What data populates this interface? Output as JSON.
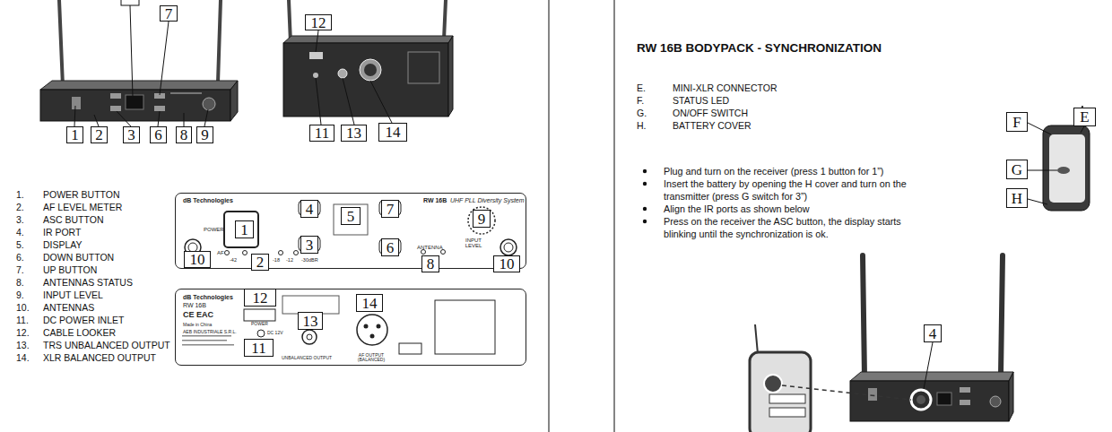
{
  "diagram": {
    "title": "RW 16B BODYPACK - SYNCHRONIZATION",
    "nodes": [
      {
        "text": [
          "7"
        ]
      },
      {
        "text": [
          "12"
        ]
      },
      {
        "text": [
          "1"
        ]
      },
      {
        "text": [
          "2"
        ]
      },
      {
        "text": [
          "3"
        ]
      },
      {
        "text": [
          "6"
        ]
      },
      {
        "text": [
          "8"
        ]
      },
      {
        "text": [
          "9"
        ]
      },
      {
        "text": [
          "11"
        ]
      },
      {
        "text": [
          "13"
        ]
      },
      {
        "text": [
          "14"
        ]
      },
      {
        "text": [
          "dB Technologies",
          "RW 16B",
          "UHF PLL Diversity System",
          "POWER",
          "AF",
          "-42",
          "-18",
          "-12",
          "-30dBR",
          "ANTENNA",
          "INPUT LEVEL"
        ]
      },
      {
        "text": [
          "4"
        ],
        "in": 11
      },
      {
        "text": [
          "7"
        ],
        "in": 11
      },
      {
        "text": [
          "5"
        ],
        "in": 11
      },
      {
        "text": [
          "9"
        ],
        "in": 11
      },
      {
        "text": [
          "1"
        ],
        "in": 11
      },
      {
        "text": [
          "3"
        ],
        "in": 11
      },
      {
        "text": [
          "6"
        ],
        "in": 11
      },
      {
        "text": [
          "10"
        ],
        "in": 11
      },
      {
        "text": [
          "2"
        ],
        "in": 11
      },
      {
        "text": [
          "8"
        ],
        "in": 11
      },
      {
        "text": [
          "10"
        ],
        "in": 11
      },
      {
        "text": [
          "dB Technologies",
          "RW 16B",
          "CE EAC",
          "Made in China",
          "AEB INDUSTRIALE S.R.L.",
          "POWER",
          "DC 12V",
          "UNBALANCED OUTPUT",
          "AF OUTPUT (BALANCED)"
        ]
      },
      {
        "text": [
          "12"
        ],
        "in": 23
      },
      {
        "text": [
          "14"
        ],
        "in": 23
      },
      {
        "text": [
          "13"
        ],
        "in": 23
      },
      {
        "text": [
          "11"
        ],
        "in": 23
      },
      {
        "text": [
          "F"
        ]
      },
      {
        "text": [
          "E"
        ]
      },
      {
        "text": [
          "G"
        ]
      },
      {
        "text": [
          "H"
        ]
      },
      {
        "text": [
          "4"
        ]
      }
    ],
    "labels": [
      "1.",
      "POWER BUTTON",
      "2.",
      "AF LEVEL METER",
      "3.",
      "ASC BUTTON",
      "4.",
      "IR PORT",
      "5.",
      "DISPLAY",
      "6.",
      "DOWN BUTTON",
      "7.",
      "UP BUTTON",
      "8.",
      "ANTENNAS STATUS",
      "9.",
      "INPUT LEVEL",
      "10.",
      "ANTENNAS",
      "11.",
      "DC POWER INLET",
      "12.",
      "CABLE LOOKER",
      "13.",
      "TRS UNBALANCED OUTPUT",
      "14.",
      "XLR BALANCED OUTPUT",
      "E.",
      "MINI-XLR CONNECTOR",
      "F.",
      "STATUS LED",
      "G.",
      "ON/OFF SWITCH",
      "H.",
      "BATTERY COVER",
      "Plug and turn on the receiver (press 1 button for 1”)",
      "Insert the battery by opening the H cover and turn on the transmitter (press G switch for 3”)",
      "Align the IR ports as shown below",
      "Press on the receiver the ASC button, the display starts blinking until the synchronization is ok."
    ]
  }
}
